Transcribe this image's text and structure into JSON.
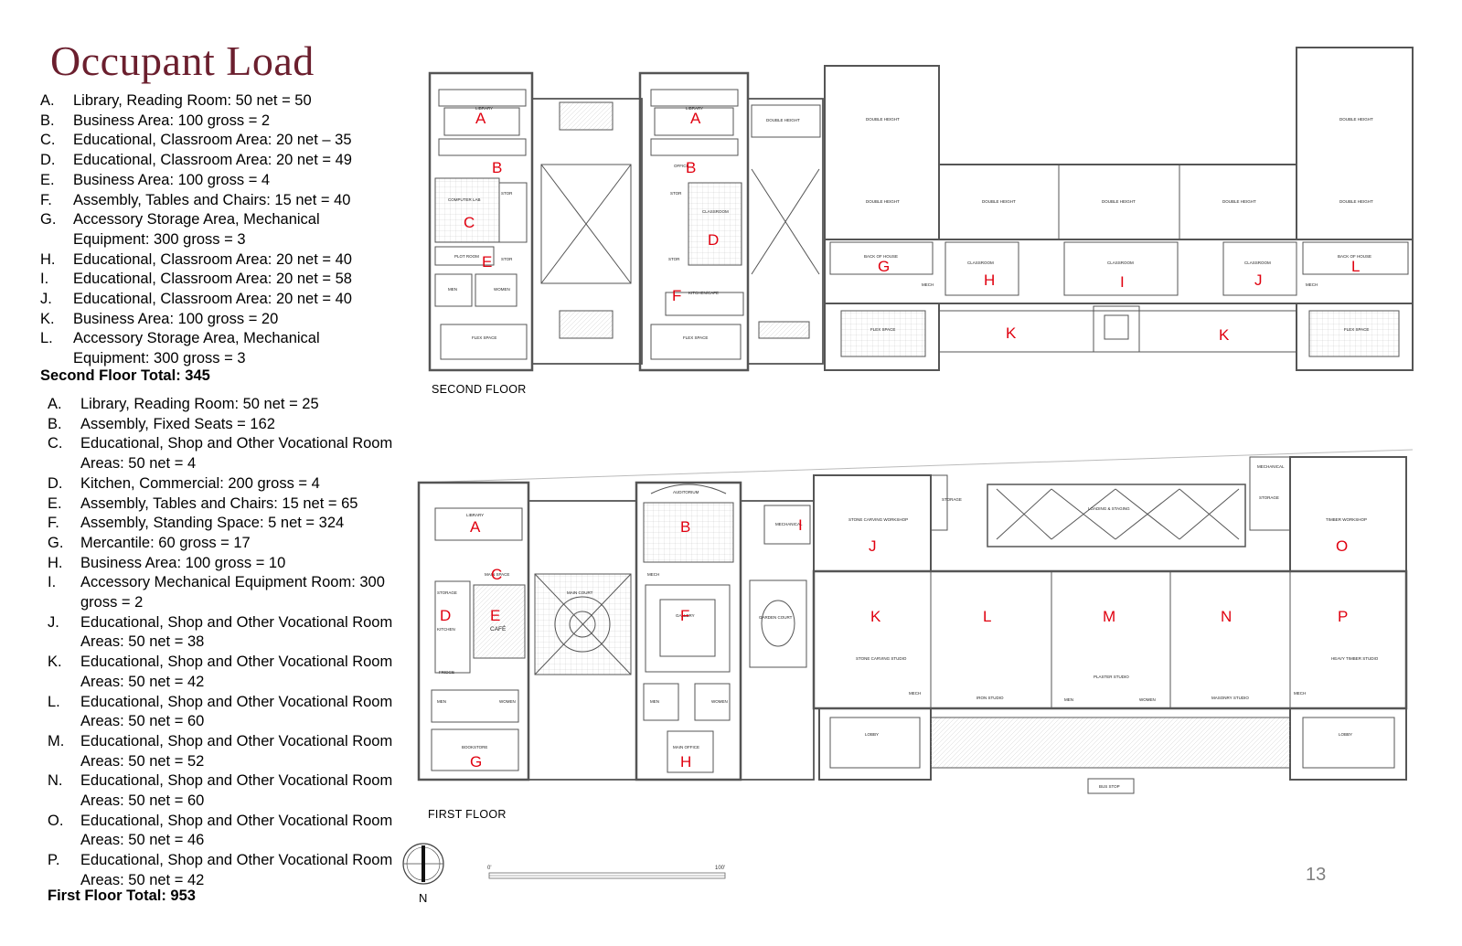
{
  "title": "Occupant Load",
  "second_floor": {
    "items": [
      {
        "letter": "A.",
        "text": "Library, Reading Room: 50 net = 50"
      },
      {
        "letter": "B.",
        "text": "Business Area: 100 gross = 2"
      },
      {
        "letter": "C.",
        "text": "Educational, Classroom Area: 20 net – 35"
      },
      {
        "letter": "D.",
        "text": "Educational, Classroom Area: 20 net = 49"
      },
      {
        "letter": "E.",
        "text": "Business Area: 100 gross = 4"
      },
      {
        "letter": "F.",
        "text": "Assembly, Tables and Chairs: 15 net = 40"
      },
      {
        "letter": "G.",
        "text": "Accessory Storage Area, Mechanical Equipment: 300 gross = 3"
      },
      {
        "letter": "H.",
        "text": "Educational, Classroom Area: 20 net = 40"
      },
      {
        "letter": "I.",
        "text": "Educational, Classroom Area: 20 net = 58"
      },
      {
        "letter": "J.",
        "text": "Educational, Classroom Area: 20 net = 40"
      },
      {
        "letter": "K.",
        "text": "Business Area: 100 gross = 20"
      },
      {
        "letter": "L.",
        "text": "Accessory Storage Area, Mechanical Equipment: 300 gross = 3"
      }
    ],
    "total": "Second Floor Total: 345",
    "plan_label": "SECOND FLOOR"
  },
  "first_floor": {
    "items": [
      {
        "letter": "A.",
        "text": "Library, Reading Room: 50 net = 25"
      },
      {
        "letter": "B.",
        "text": "Assembly, Fixed Seats = 162"
      },
      {
        "letter": "C.",
        "text": "Educational, Shop and Other Vocational Room Areas: 50 net = 4"
      },
      {
        "letter": "D.",
        "text": "Kitchen, Commercial: 200 gross = 4"
      },
      {
        "letter": "E.",
        "text": "Assembly, Tables and Chairs: 15 net = 65"
      },
      {
        "letter": "F.",
        "text": "Assembly, Standing Space: 5 net = 324"
      },
      {
        "letter": "G.",
        "text": "Mercantile: 60 gross = 17"
      },
      {
        "letter": "H.",
        "text": "Business Area: 100 gross = 10"
      },
      {
        "letter": "I.",
        "text": "Accessory Mechanical Equipment Room: 300 gross = 2"
      },
      {
        "letter": "J.",
        "text": "Educational, Shop and Other Vocational Room Areas: 50 net = 38"
      },
      {
        "letter": "K.",
        "text": "Educational, Shop and Other Vocational Room Areas: 50 net = 42"
      },
      {
        "letter": "L.",
        "text": "Educational, Shop and Other Vocational Room Areas: 50 net = 60"
      },
      {
        "letter": "M.",
        "text": "Educational, Shop and Other Vocational Room Areas: 50 net = 52"
      },
      {
        "letter": "N.",
        "text": "Educational, Shop and Other Vocational Room Areas: 50 net = 60"
      },
      {
        "letter": "O.",
        "text": "Educational, Shop and Other Vocational Room Areas: 50 net = 46"
      },
      {
        "letter": "P.",
        "text": "Educational, Shop and Other Vocational Room Areas: 50 net = 42"
      }
    ],
    "total": "First Floor Total: 953",
    "plan_label": "FIRST FLOOR"
  },
  "plan_marks": {
    "second": [
      "A",
      "A",
      "B",
      "B",
      "C",
      "D",
      "E",
      "F",
      "G",
      "H",
      "I",
      "J",
      "K",
      "K",
      "L"
    ],
    "first": [
      "A",
      "B",
      "C",
      "D",
      "E",
      "F",
      "G",
      "H",
      "I",
      "J",
      "K",
      "L",
      "M",
      "N",
      "O",
      "P"
    ]
  },
  "room_labels": {
    "library": "LIBRARY",
    "office": "OFFICE",
    "computer_lab": "COMPUTER LAB",
    "classroom": "CLASSROOM",
    "plot_room": "PLOT ROOM",
    "stor": "STOR",
    "men": "MEN",
    "women": "WOMEN",
    "flex_space": "FLEX SPACE",
    "kitchen_cafe": "KITCHEN/CAFE",
    "double_height": "DOUBLE HEIGHT",
    "back_of_house": "BACK OF HOUSE",
    "mech": "MECH",
    "auditorium": "AUDITORIUM",
    "mechanical": "MECHANICAL",
    "stone_carving_workshop": "STONE CARVING WORKSHOP",
    "storage": "STORAGE",
    "loading_staging": "LOADING & STAGING",
    "timber_workshop": "TIMBER WORKSHOP",
    "main_court": "MAIN COURT",
    "gallery": "GALLERY",
    "garden_court": "GARDEN COURT",
    "kitchen": "KITCHEN",
    "cafe": "CAFÉ",
    "fridge": "FRIDGE",
    "main_space": "MAIN SPACE",
    "bookstore": "BOOKSTORE",
    "main_office": "MAIN OFFICE",
    "stone_carving_studio": "STONE CARVING STUDIO",
    "iron_studio": "IRON STUDIO",
    "plaster_studio": "PLASTER STUDIO",
    "masonry_studio": "MASONRY STUDIO",
    "heavy_timber_studio": "HEAVY TIMBER STUDIO",
    "lobby": "LOBBY",
    "bus_stop": "BUS STOP"
  },
  "scale": {
    "start": "0'",
    "end": "100'"
  },
  "north_label": "N",
  "page_number": "13",
  "colors": {
    "title": "#6b1f2e",
    "marks": "#e0000f",
    "lines": "#555555"
  }
}
